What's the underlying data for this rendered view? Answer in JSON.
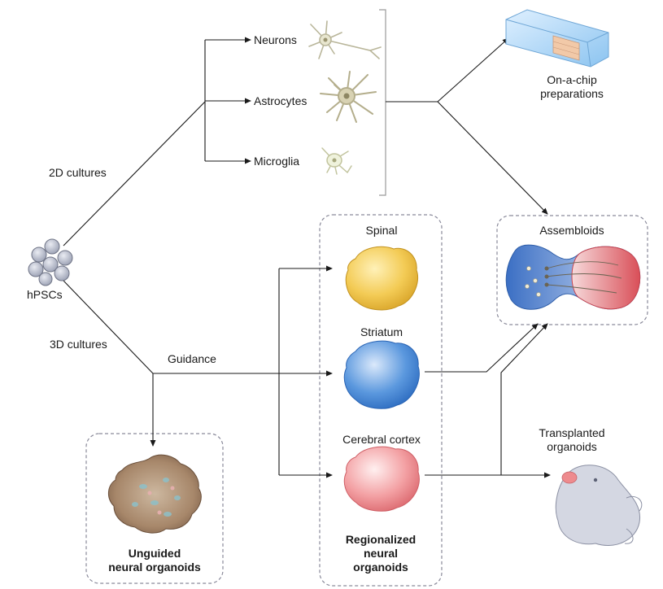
{
  "source": {
    "label": "hPSCs",
    "icon": "stem-cell-cluster-icon"
  },
  "branches": {
    "twod": "2D cultures",
    "threed": "3D cultures",
    "guidance": "Guidance"
  },
  "cells_2d": [
    {
      "label": "Neurons",
      "icon": "neuron-icon"
    },
    {
      "label": "Astrocytes",
      "icon": "astrocyte-icon"
    },
    {
      "label": "Microglia",
      "icon": "microglia-icon"
    }
  ],
  "on_chip": {
    "line1": "On-a-chip",
    "line2": "preparations",
    "icon": "chip-device-icon"
  },
  "regionalized": {
    "items": [
      {
        "label": "Spinal",
        "color": "#f0c84a",
        "icon": "spinal-organoid-icon"
      },
      {
        "label": "Striatum",
        "color": "#4f8ed8",
        "icon": "striatum-organoid-icon"
      },
      {
        "label": "Cerebral cortex",
        "color": "#ee8a8f",
        "icon": "cortex-organoid-icon"
      }
    ],
    "title_lines": [
      "Regionalized",
      "neural",
      "organoids"
    ]
  },
  "unguided": {
    "title_lines": [
      "Unguided",
      "neural organoids"
    ],
    "icon": "unguided-organoid-icon"
  },
  "assembloids": {
    "label": "Assembloids",
    "icon": "assembloid-icon"
  },
  "transplanted": {
    "lines": [
      "Transplanted",
      "organoids"
    ],
    "icon": "rat-pup-icon"
  },
  "colors": {
    "line": "#1a1a1a",
    "dashed_box": "#8a8a9a",
    "bracket": "#9a9a9a"
  }
}
